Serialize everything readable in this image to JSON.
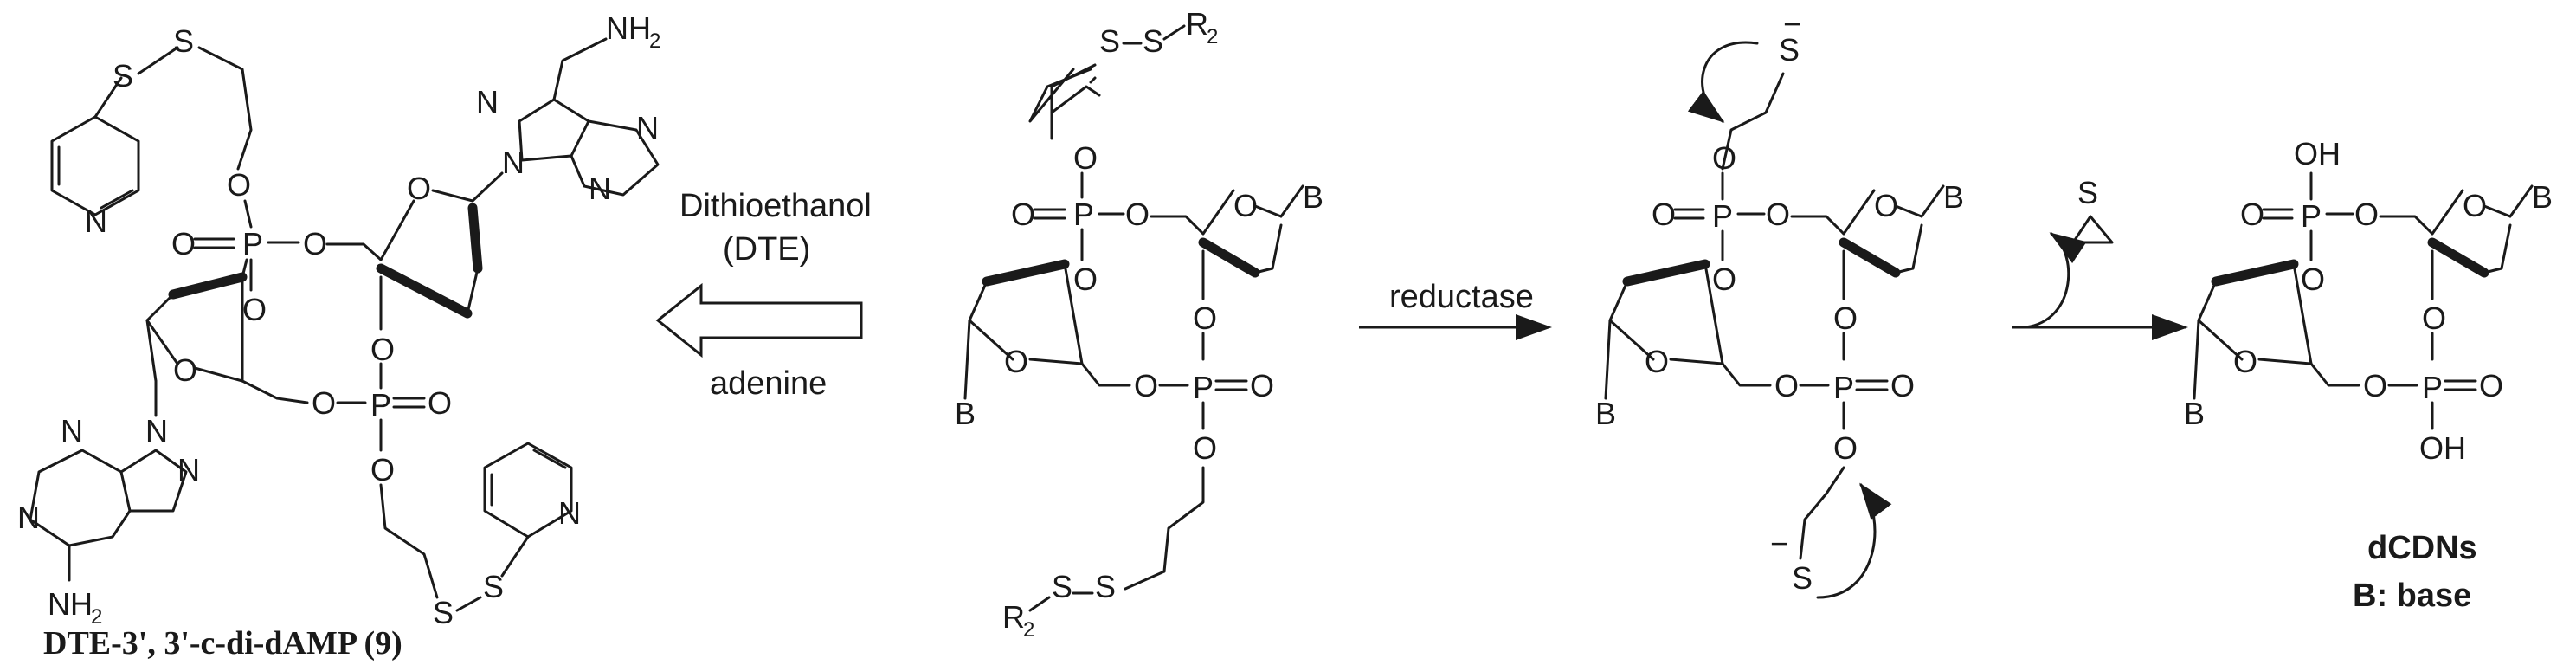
{
  "conditions": {
    "dte_line1": "Dithioethanol",
    "dte_line2": "(DTE)",
    "dte_line3": "adenine",
    "reductase": "reductase"
  },
  "labels": {
    "compound_9": "DTE-3', 3'-c-di-dAMP (9)",
    "dcdns": "dCDNs",
    "base_def": "B: base"
  },
  "atoms": {
    "S": "S",
    "O": "O",
    "P": "P",
    "N": "N",
    "B": "B",
    "R": "R",
    "two": "2",
    "NH": "NH",
    "OH": "OH",
    "minus": "−"
  }
}
